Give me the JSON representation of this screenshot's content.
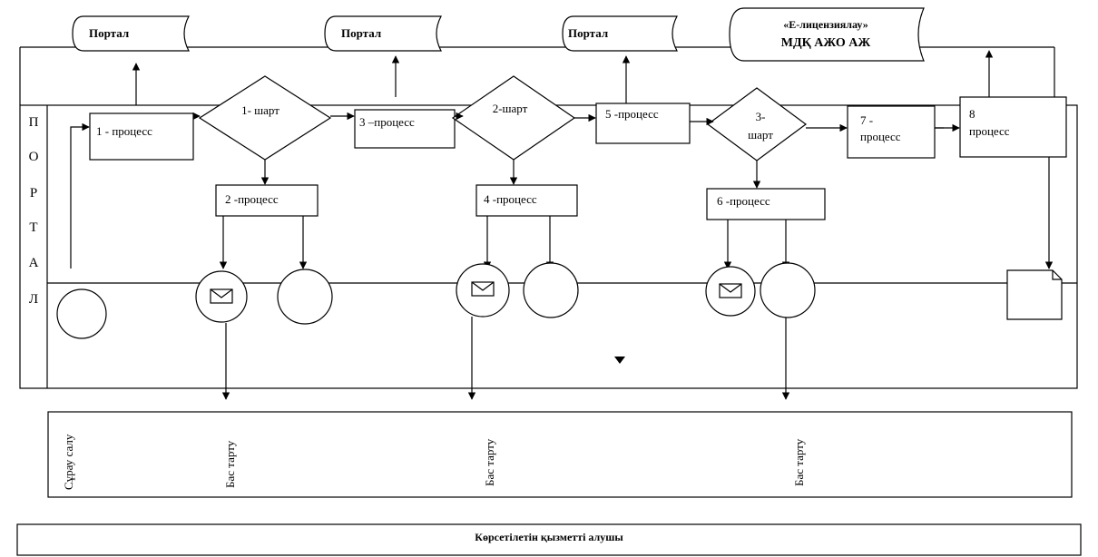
{
  "diagram": {
    "portal_label": "Портал",
    "edb_label_line1": "«Е-лицензиялау»",
    "edb_label_line2": "МДҚ АЖО АЖ",
    "lane_label_letters": [
      "П",
      "О",
      "Р",
      "Т",
      "А",
      "Л"
    ],
    "process_1": "1 - процесс",
    "process_2": "2 -процесс",
    "process_3": "3 –процесс",
    "process_4": "4 -процесс",
    "process_5": "5 -процесс",
    "process_6": "6 -процесс",
    "process_7_line1": "7 -",
    "process_7_line2": "процесс",
    "process_8_line1": "8",
    "process_8_line2": "процесс",
    "condition_1": "1- шарт",
    "condition_2": "2-шарт",
    "condition_3_line1": "3-",
    "condition_3_line2": "шарт",
    "request_send": "Сұрау салу",
    "refusal": "Бас тарту",
    "recipient_title": "Көрсетілетін қызметті алушы"
  },
  "colors": {
    "stroke": "#000000",
    "background": "#ffffff"
  },
  "icons": [
    "envelope-icon",
    "database-icon",
    "document-icon",
    "arrow-down-icon"
  ]
}
